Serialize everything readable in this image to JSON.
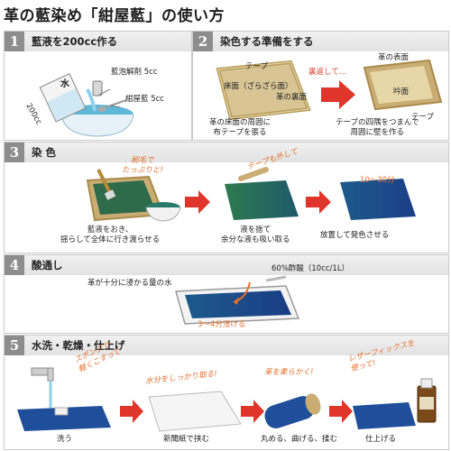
{
  "title": "革の藍染め「紺屋藍」の使い方",
  "sections": [
    {
      "num": "1",
      "title": "藍液を200cc作る",
      "labels": {
        "reagent1": "藍泡解剤 5cc",
        "reagent2": "紺屋藍 5cc",
        "water": "水",
        "amount": "200cc"
      }
    },
    {
      "num": "2",
      "title": "染色する準備をする",
      "labels": {
        "tape_top": "テープ",
        "flesh_side": "床面（ざらざら面）",
        "back": "革の裏面",
        "flip": "裏返して…",
        "grain": "革の表面",
        "gin": "吟面",
        "tape_right": "テープ",
        "caption_left": "革の床面の周囲に\n布テープを張る",
        "caption_right": "テープの四隅をつまんで\n周囲に壁を作る"
      }
    },
    {
      "num": "3",
      "title": "染 色",
      "labels": {
        "brush": "刷毛で\nたっぷりと!",
        "remove_tape": "テープも外して",
        "time": "10〜30分",
        "cap1": "藍液をおき、\n揺らして全体に行き渡らせる",
        "cap2": "液を捨て\n余分な液も吸い取る",
        "cap3": "放置して発色させる"
      }
    },
    {
      "num": "4",
      "title": "酸通し",
      "labels": {
        "water": "革が十分に浸かる量の水",
        "acid": "60%酢酸（10cc/1L）",
        "time": "3〜4分浸ける"
      }
    },
    {
      "num": "5",
      "title": "水洗・乾燥・仕上げ",
      "labels": {
        "sponge": "スポンジで\n軽くこすって",
        "absorb": "水分をしっかり取る!",
        "soften": "革を柔らかく!",
        "fix": "レザーフィックスを\n使って!",
        "cap1": "洗う",
        "cap2": "新聞紙で挟む",
        "cap3": "丸める、曲げる、揉む",
        "cap4": "仕上げる"
      }
    }
  ],
  "colors": {
    "indigo": "#1f4f9a",
    "green": "#2d6b4a",
    "arrow": "#e0352b",
    "accent": "#e4702a"
  }
}
